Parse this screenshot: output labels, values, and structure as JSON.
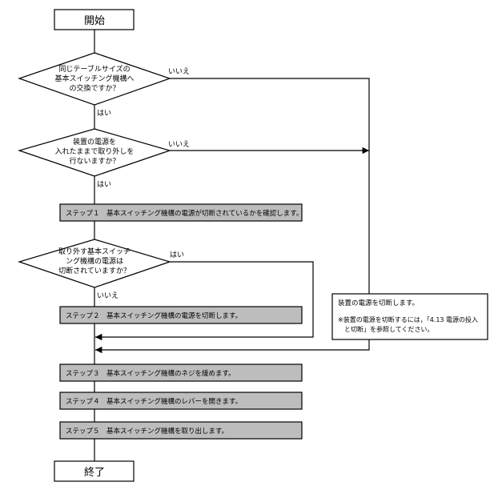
{
  "start": {
    "label": "開始"
  },
  "end": {
    "label": "終了"
  },
  "decision1": {
    "lines": [
      "同じテーブルサイズの",
      "基本スイッチング機構へ",
      "の交換ですか？"
    ],
    "yes": "はい",
    "no": "いいえ"
  },
  "decision2": {
    "lines": [
      "装置の電源を",
      "入れたままで取り外しを",
      "行ないますか？"
    ],
    "yes": "はい",
    "no": "いいえ"
  },
  "step1": {
    "label": "ステップ１　基本スイッチング機構の電源が切断されているかを確認します。"
  },
  "decision3": {
    "lines": [
      "取り外す基本スイッチ",
      "ング機構の電源は",
      "切断されていますか？"
    ],
    "yes": "はい",
    "no": "いいえ"
  },
  "step2": {
    "label": "ステップ２　基本スイッチング機構の電源を切断します。"
  },
  "note": {
    "line1": "装置の電源を切断します。",
    "line2": "※装置の電源を切断するには，「4.13 電源の投入",
    "line3": "と切断」を参照してください。"
  },
  "step3": {
    "label": "ステップ３　基本スイッチング機構のネジを緩めます。"
  },
  "step4": {
    "label": "ステップ４　基本スイッチング機構のレバーを開きます。"
  },
  "step5": {
    "label": "ステップ５　基本スイッチング機構を取り出します。"
  }
}
